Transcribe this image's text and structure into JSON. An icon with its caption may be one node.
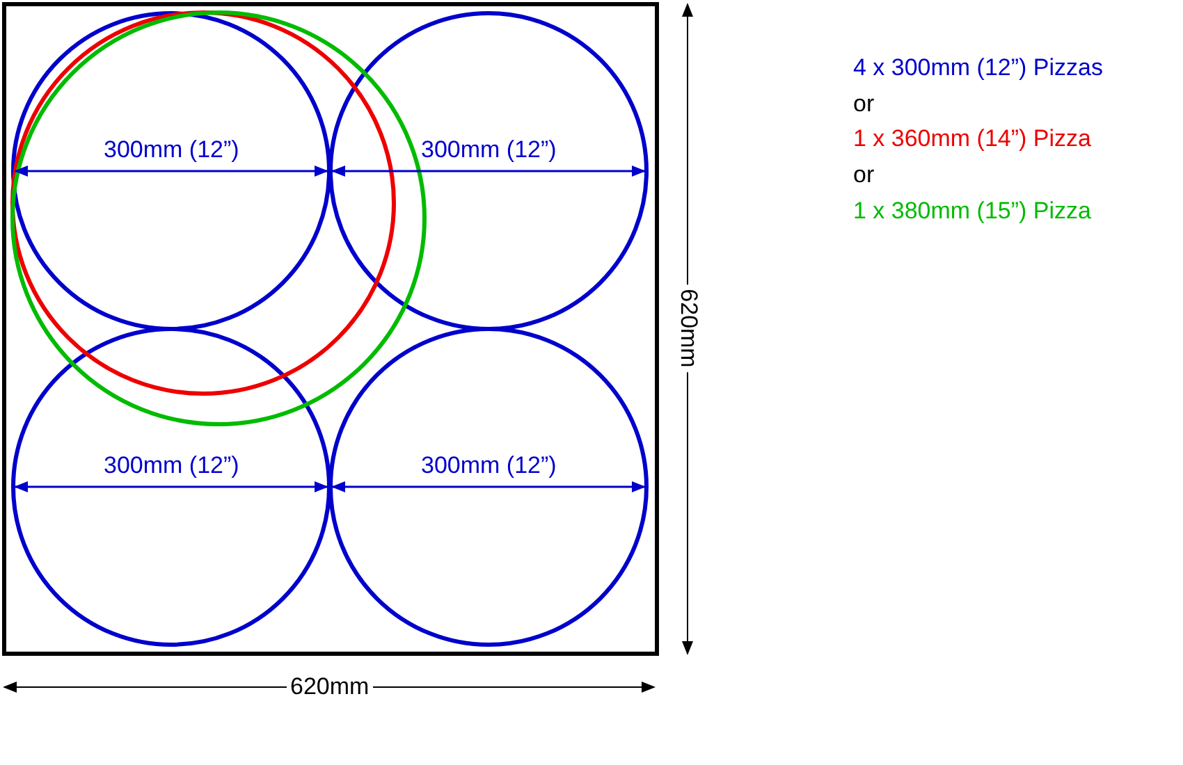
{
  "diagram": {
    "labels": [
      "300mm (12”)",
      "300mm (12”)",
      "620mm",
      "300mm (12”)",
      "300mm (12”)",
      "620mm",
      "or",
      "or"
    ],
    "legend": [
      {
        "text": "4 x 300mm (12”) Pizzas",
        "color": "#0000cc"
      },
      {
        "text": "1 x 360mm (14”) Pizza",
        "color": "#ee0000"
      },
      {
        "text": "1 x 380mm (15”) Pizza",
        "color": "#00bb00"
      }
    ]
  }
}
